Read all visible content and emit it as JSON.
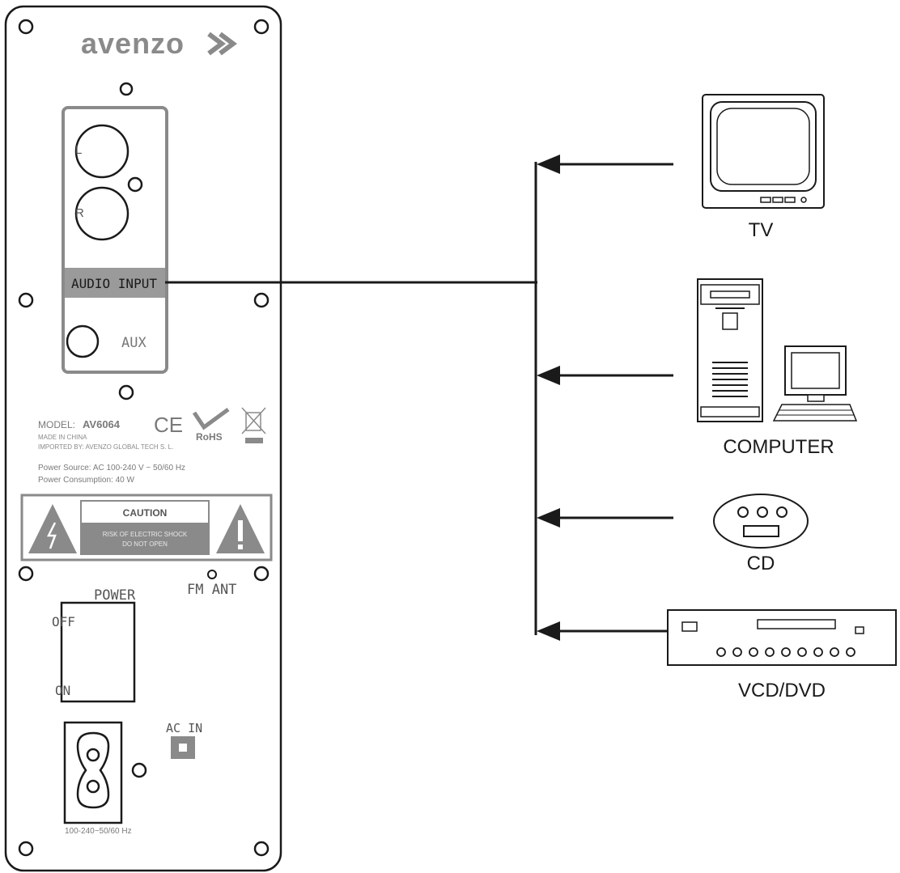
{
  "panel": {
    "brand": "avenzo",
    "audio_input": {
      "left_label": "L",
      "right_label": "R",
      "band_label": "AUDIO INPUT",
      "aux_label": "AUX"
    },
    "model_label": "MODEL:",
    "model_number": "AV6064",
    "made_in": "MADE IN CHINA",
    "imported_by": "IMPORTED BY: AVENZO GLOBAL TECH S. L.",
    "power_source": "Power Source: AC 100-240 V ~ 50/60 Hz",
    "power_consumption": "Power Consumption: 40 W",
    "cert_ce": "CE",
    "cert_rohs": "RoHS",
    "caution": {
      "title": "CAUTION",
      "line1": "RISK OF ELECTRIC SHOCK",
      "line2": "DO NOT OPEN"
    },
    "fm_ant": "FM ANT",
    "power_label": "POWER",
    "switch_off": "OFF",
    "switch_on": "ON",
    "ac_in": "AC IN",
    "voltage": "100-240~50/60 Hz"
  },
  "sources": {
    "tv": "TV",
    "computer": "COMPUTER",
    "cd": "CD",
    "dvd": "VCD/DVD"
  },
  "colors": {
    "line": "#1a1a1a",
    "panel_gray": "#8a8a8a",
    "band_gray": "#9a9a9a",
    "label_gray": "#7a7a7a"
  }
}
